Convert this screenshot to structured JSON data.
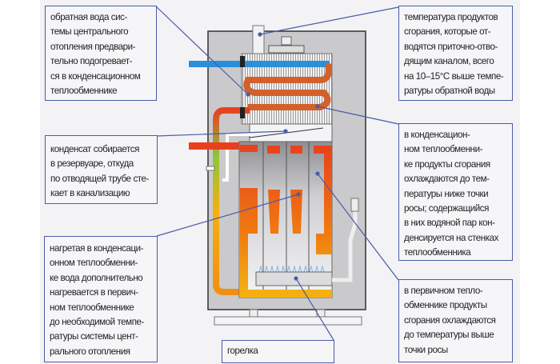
{
  "labels": {
    "return_water": [
      "обратная вода сис-",
      "темы центрального",
      "отопления предвари-",
      "тельно подогревает-",
      "ся в конденсационном",
      "теплообменнике"
    ],
    "condensate": [
      "конденсат собирается",
      "в резервуаре, откуда",
      "по отводящей трубе сте-",
      "кает в канализацию"
    ],
    "heated_water": [
      "нагретая в конденсаци-",
      "онном теплообменни-",
      "ке вода дополнительно",
      "нагревается в первич-",
      "ном теплообменнике",
      "до необходимой темпе-",
      "ратуры системы цент-",
      "рального отопления"
    ],
    "flue_temperature": [
      "температура продуктов",
      "сгорания, которые от-",
      "водятся приточно-отво-",
      "дящим каналом, всего",
      "на 10–15°С выше темпе-",
      "ратуры обратной воды"
    ],
    "condensing_exchanger": [
      "в конденсацион-",
      "ном теплообменни-",
      "ке продукты сгорания",
      "охлаждаются до тем-",
      "пературы ниже точки",
      "росы; содержащийся",
      "в них водяной пар кон-",
      "денсируется на стенках",
      "теплообменника"
    ],
    "primary_exchanger": [
      "в первичном тепло-",
      "обменнике продукты",
      "сгорания охлаждаются",
      "до температуры выше",
      "точки росы"
    ],
    "burner": [
      "горелка"
    ]
  },
  "colors": {
    "leader_line": "#4a5ca6",
    "cold_pipe": "#2a8fd8",
    "hot_pipe": "#e8401e",
    "warm": "#f07a10",
    "casing": "#c9c9cb"
  }
}
